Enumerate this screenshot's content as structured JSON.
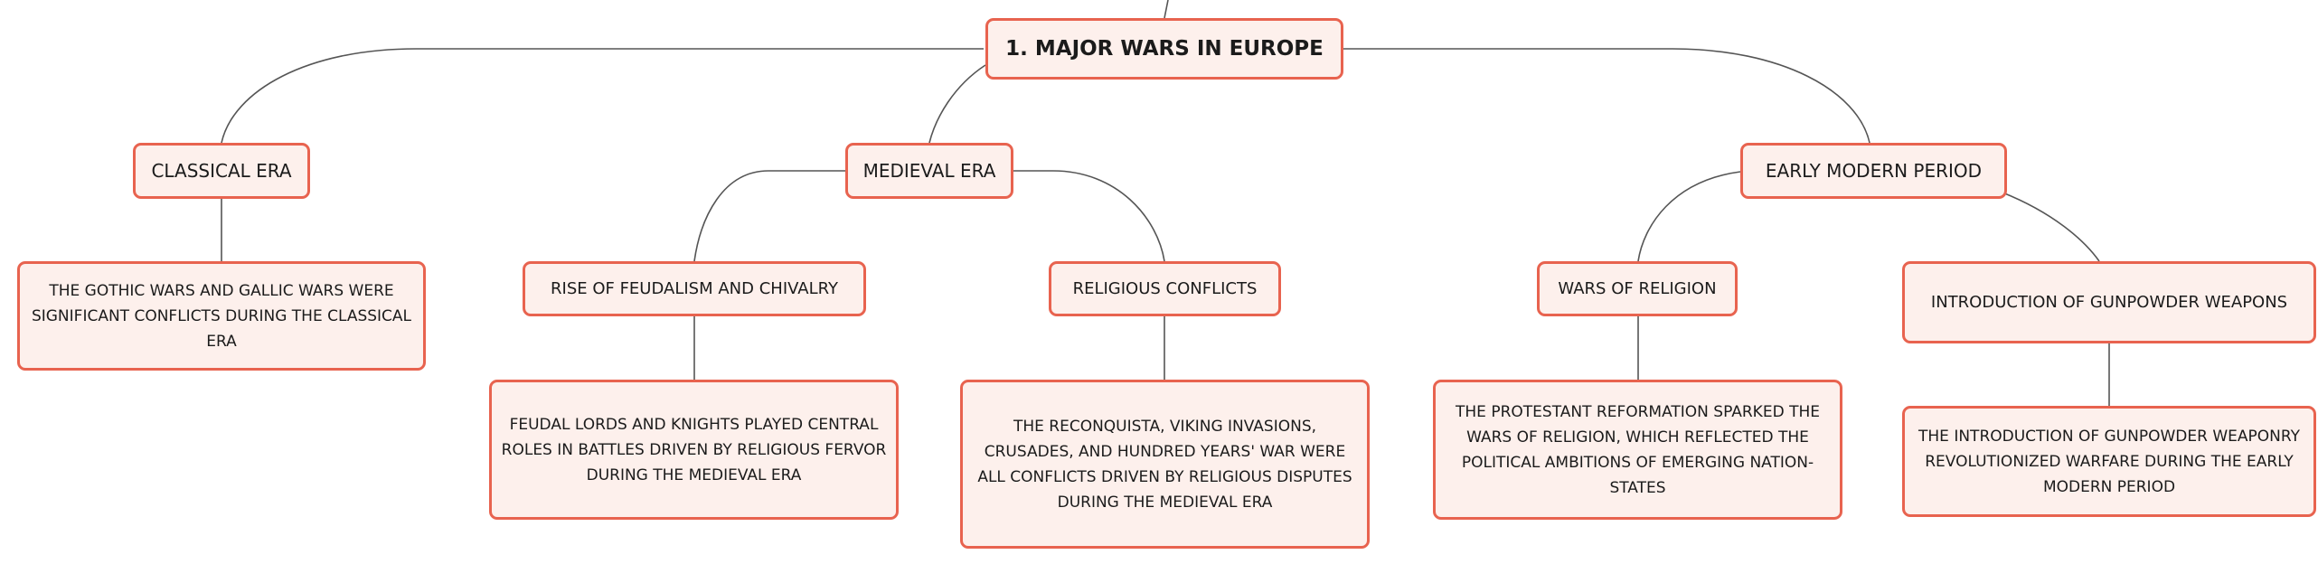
{
  "colors": {
    "node_fill": "#fdf0ec",
    "node_border": "#e8634f",
    "link": "#555555"
  },
  "mindmap": {
    "root": "1. MAJOR WARS IN EUROPE",
    "classical": {
      "label": "CLASSICAL ERA",
      "detail": "THE GOTHIC WARS AND GALLIC WARS WERE SIGNIFICANT CONFLICTS DURING THE CLASSICAL ERA"
    },
    "medieval": {
      "label": "MEDIEVAL ERA",
      "feudalism": {
        "label": "RISE OF FEUDALISM AND CHIVALRY",
        "detail": "FEUDAL LORDS AND KNIGHTS PLAYED CENTRAL ROLES IN BATTLES DRIVEN BY RELIGIOUS FERVOR DURING THE MEDIEVAL ERA"
      },
      "religious": {
        "label": "RELIGIOUS CONFLICTS",
        "detail": "THE RECONQUISTA, VIKING INVASIONS, CRUSADES, AND HUNDRED YEARS' WAR WERE ALL CONFLICTS DRIVEN BY RELIGIOUS DISPUTES DURING THE MEDIEVAL ERA"
      }
    },
    "early_modern": {
      "label": "EARLY MODERN PERIOD",
      "wars_of_religion": {
        "label": "WARS OF RELIGION",
        "detail": "THE PROTESTANT REFORMATION SPARKED THE WARS OF RELIGION, WHICH REFLECTED THE POLITICAL AMBITIONS OF EMERGING NATION-STATES"
      },
      "gunpowder": {
        "label": "INTRODUCTION OF GUNPOWDER WEAPONS",
        "detail": "THE INTRODUCTION OF GUNPOWDER WEAPONRY REVOLUTIONIZED WARFARE DURING THE EARLY MODERN PERIOD"
      }
    }
  }
}
